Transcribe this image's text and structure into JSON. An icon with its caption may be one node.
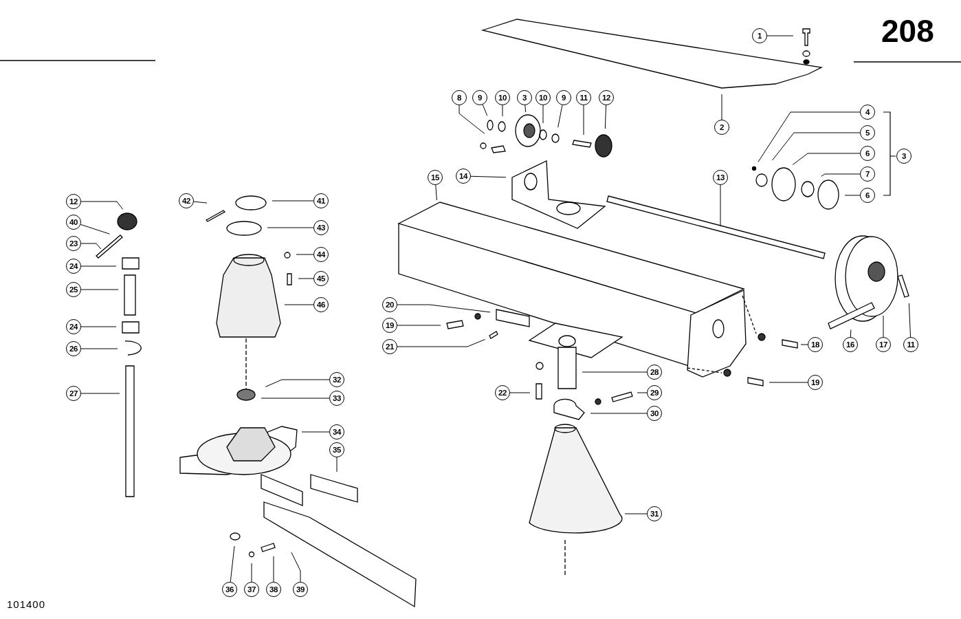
{
  "diagram": {
    "nodes": [
      {
        "text": [
          "1"
        ]
      },
      {
        "text": [
          "2"
        ]
      },
      {
        "text": [
          "8"
        ]
      },
      {
        "text": [
          "9"
        ]
      },
      {
        "text": [
          "10"
        ]
      },
      {
        "text": [
          "3"
        ]
      },
      {
        "text": [
          "10"
        ]
      },
      {
        "text": [
          "9"
        ]
      },
      {
        "text": [
          "11"
        ]
      },
      {
        "text": [
          "12"
        ]
      },
      {
        "text": [
          "4"
        ]
      },
      {
        "text": [
          "5"
        ]
      },
      {
        "text": [
          "3"
        ]
      },
      {
        "text": [
          "6"
        ]
      },
      {
        "text": [
          "7"
        ]
      },
      {
        "text": [
          "6"
        ]
      },
      {
        "text": [
          "14"
        ]
      },
      {
        "text": [
          "15"
        ]
      },
      {
        "text": [
          "13"
        ]
      },
      {
        "text": [
          "12"
        ]
      },
      {
        "text": [
          "40"
        ]
      },
      {
        "text": [
          "23"
        ]
      },
      {
        "text": [
          "24"
        ]
      },
      {
        "text": [
          "25"
        ]
      },
      {
        "text": [
          "24"
        ]
      },
      {
        "text": [
          "26"
        ]
      },
      {
        "text": [
          "27"
        ]
      },
      {
        "text": [
          "42"
        ]
      },
      {
        "text": [
          "41"
        ]
      },
      {
        "text": [
          "43"
        ]
      },
      {
        "text": [
          "44"
        ]
      },
      {
        "text": [
          "45"
        ]
      },
      {
        "text": [
          "46"
        ]
      },
      {
        "text": [
          "32"
        ]
      },
      {
        "text": [
          "33"
        ]
      },
      {
        "text": [
          "20"
        ]
      },
      {
        "text": [
          "19"
        ]
      },
      {
        "text": [
          "21"
        ]
      },
      {
        "text": [
          "18"
        ]
      },
      {
        "text": [
          "19"
        ]
      },
      {
        "text": [
          "16"
        ]
      },
      {
        "text": [
          "17"
        ]
      },
      {
        "text": [
          "11"
        ]
      },
      {
        "text": [
          "28"
        ]
      },
      {
        "text": [
          "29"
        ]
      },
      {
        "text": [
          "30"
        ]
      },
      {
        "text": [
          "22"
        ]
      },
      {
        "text": [
          "31"
        ]
      },
      {
        "text": [
          "34"
        ]
      },
      {
        "text": [
          "35"
        ]
      },
      {
        "text": [
          "36"
        ]
      },
      {
        "text": [
          "37"
        ]
      },
      {
        "text": [
          "38"
        ]
      },
      {
        "text": [
          "39"
        ]
      }
    ],
    "edges": [
      {
        "from": 0,
        "to": null,
        "arrow": "none"
      },
      {
        "from": 1,
        "to": null,
        "arrow": "none"
      },
      {
        "from": 2,
        "to": null,
        "arrow": "none"
      },
      {
        "from": 3,
        "to": null,
        "arrow": "none"
      },
      {
        "from": 4,
        "to": null,
        "arrow": "none"
      },
      {
        "from": 5,
        "to": null,
        "arrow": "none"
      },
      {
        "from": 6,
        "to": null,
        "arrow": "none"
      },
      {
        "from": 7,
        "to": null,
        "arrow": "none"
      },
      {
        "from": 8,
        "to": null,
        "arrow": "none"
      },
      {
        "from": 9,
        "to": null,
        "arrow": "none"
      },
      {
        "from": 10,
        "to": null,
        "arrow": "none"
      },
      {
        "from": 11,
        "to": null,
        "arrow": "none"
      },
      {
        "from": 13,
        "to": null,
        "arrow": "none"
      },
      {
        "from": 14,
        "to": null,
        "arrow": "none"
      },
      {
        "from": 15,
        "to": null,
        "arrow": "none"
      },
      {
        "from": 16,
        "to": null,
        "arrow": "none"
      },
      {
        "from": 17,
        "to": null,
        "arrow": "none"
      },
      {
        "from": 18,
        "to": null,
        "arrow": "none"
      },
      {
        "from": 19,
        "to": null,
        "arrow": "none"
      },
      {
        "from": 20,
        "to": null,
        "arrow": "none"
      },
      {
        "from": 21,
        "to": null,
        "arrow": "none"
      },
      {
        "from": 22,
        "to": null,
        "arrow": "none"
      },
      {
        "from": 23,
        "to": null,
        "arrow": "none"
      },
      {
        "from": 24,
        "to": null,
        "arrow": "none"
      },
      {
        "from": 25,
        "to": null,
        "arrow": "none"
      },
      {
        "from": 26,
        "to": null,
        "arrow": "none"
      },
      {
        "from": 27,
        "to": null,
        "arrow": "none"
      },
      {
        "from": 28,
        "to": null,
        "arrow": "none"
      },
      {
        "from": 29,
        "to": null,
        "arrow": "none"
      },
      {
        "from": 30,
        "to": null,
        "arrow": "none"
      },
      {
        "from": 31,
        "to": null,
        "arrow": "none"
      },
      {
        "from": 32,
        "to": null,
        "arrow": "none"
      },
      {
        "from": 33,
        "to": null,
        "arrow": "none"
      },
      {
        "from": 34,
        "to": null,
        "arrow": "none"
      },
      {
        "from": 35,
        "to": null,
        "arrow": "none"
      },
      {
        "from": 36,
        "to": null,
        "arrow": "none"
      },
      {
        "from": 37,
        "to": null,
        "arrow": "none"
      },
      {
        "from": 38,
        "to": null,
        "arrow": "none"
      },
      {
        "from": 39,
        "to": null,
        "arrow": "none"
      },
      {
        "from": 40,
        "to": null,
        "arrow": "none"
      },
      {
        "from": 41,
        "to": null,
        "arrow": "none"
      },
      {
        "from": 42,
        "to": null,
        "arrow": "none"
      },
      {
        "from": 43,
        "to": null,
        "arrow": "none"
      },
      {
        "from": 44,
        "to": null,
        "arrow": "none"
      },
      {
        "from": 45,
        "to": null,
        "arrow": "none"
      },
      {
        "from": 46,
        "to": null,
        "arrow": "none"
      },
      {
        "from": 47,
        "to": null,
        "arrow": "none"
      },
      {
        "from": 48,
        "to": null,
        "arrow": "none"
      },
      {
        "from": 49,
        "to": null,
        "arrow": "none"
      },
      {
        "from": 50,
        "to": null,
        "arrow": "none"
      },
      {
        "from": 51,
        "to": null,
        "arrow": "none"
      },
      {
        "from": 52,
        "to": null,
        "arrow": "none"
      },
      {
        "from": 53,
        "to": null,
        "arrow": "none"
      }
    ],
    "labels": [
      "208",
      "101400"
    ]
  }
}
